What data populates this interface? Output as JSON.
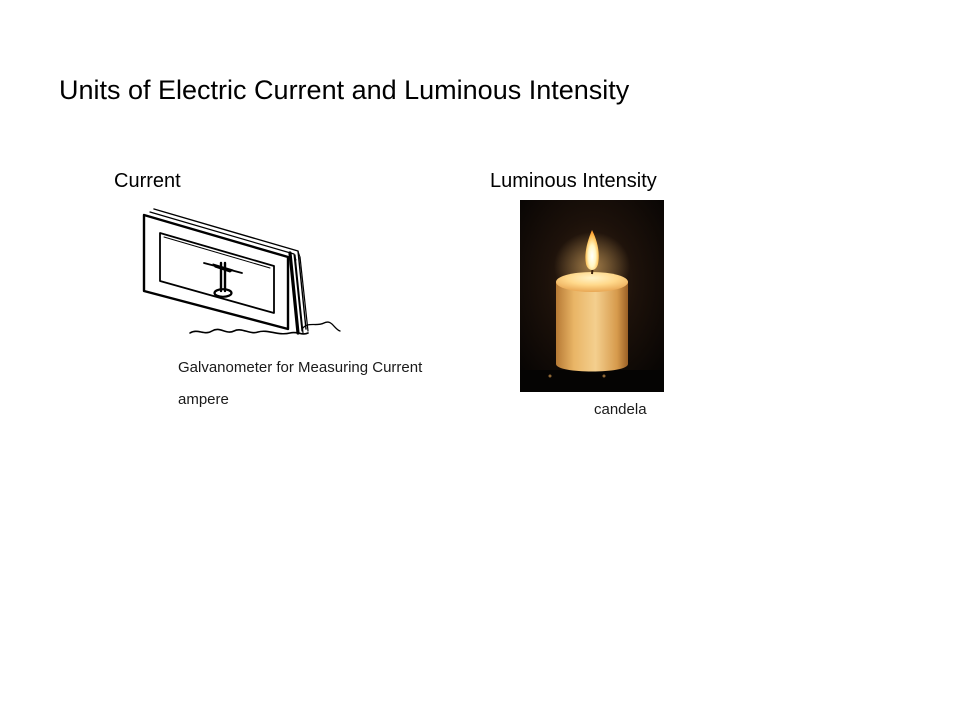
{
  "slide": {
    "title": "Units of Electric Current and Luminous Intensity"
  },
  "left_column": {
    "heading": "Current",
    "image_icon": "galvanometer-drawing",
    "caption": "Galvanometer for Measuring Current",
    "unit": "ampere"
  },
  "right_column": {
    "heading": "Luminous Intensity",
    "image_icon": "candle-photo",
    "unit": "candela"
  }
}
